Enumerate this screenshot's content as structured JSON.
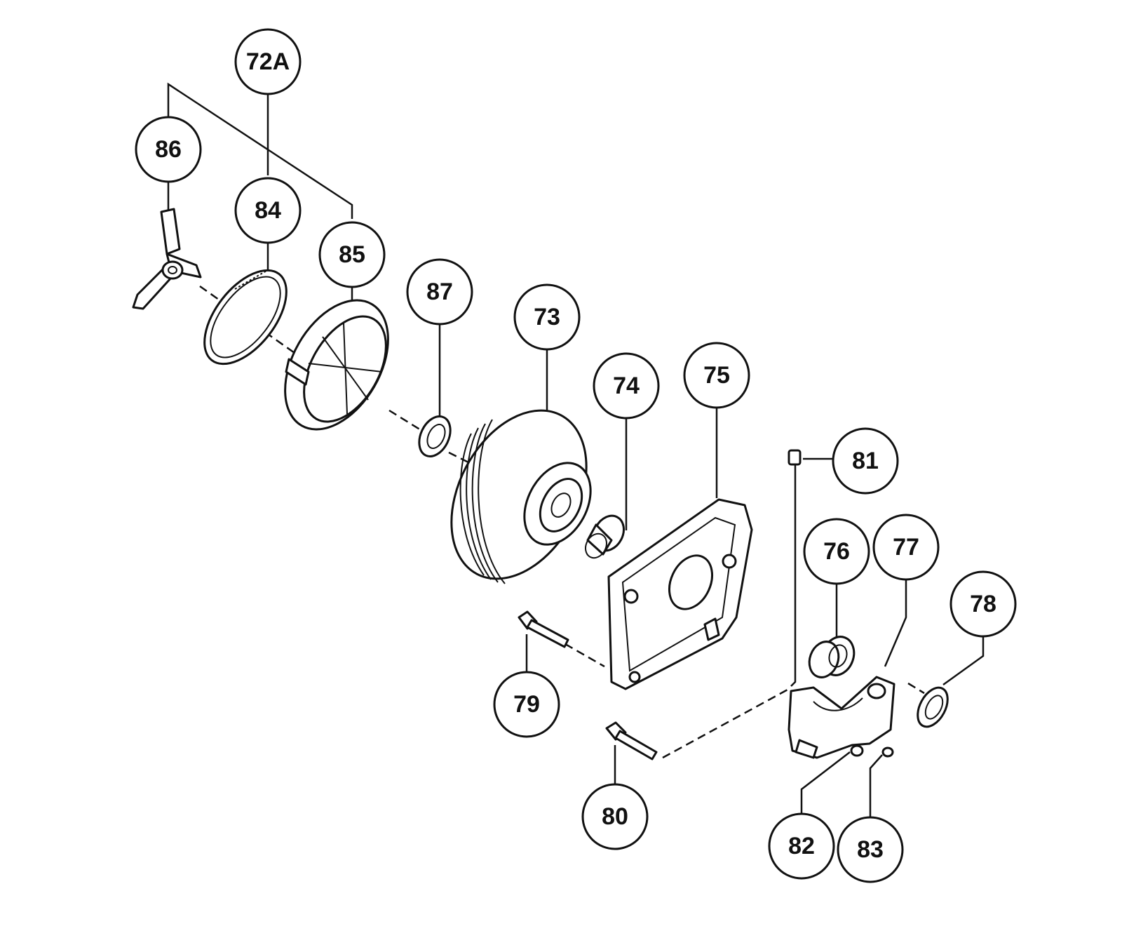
{
  "colors": {
    "ink": "#111111",
    "paper": "#ffffff"
  },
  "callouts": [
    {
      "id": "c72a",
      "label": "72A"
    },
    {
      "id": "c86",
      "label": "86"
    },
    {
      "id": "c84",
      "label": "84"
    },
    {
      "id": "c85",
      "label": "85"
    },
    {
      "id": "c87",
      "label": "87"
    },
    {
      "id": "c73",
      "label": "73"
    },
    {
      "id": "c74",
      "label": "74"
    },
    {
      "id": "c75",
      "label": "75"
    },
    {
      "id": "c81",
      "label": "81"
    },
    {
      "id": "c76",
      "label": "76"
    },
    {
      "id": "c77",
      "label": "77"
    },
    {
      "id": "c78",
      "label": "78"
    },
    {
      "id": "c79",
      "label": "79"
    },
    {
      "id": "c80",
      "label": "80"
    },
    {
      "id": "c82",
      "label": "82"
    },
    {
      "id": "c83",
      "label": "83"
    }
  ]
}
